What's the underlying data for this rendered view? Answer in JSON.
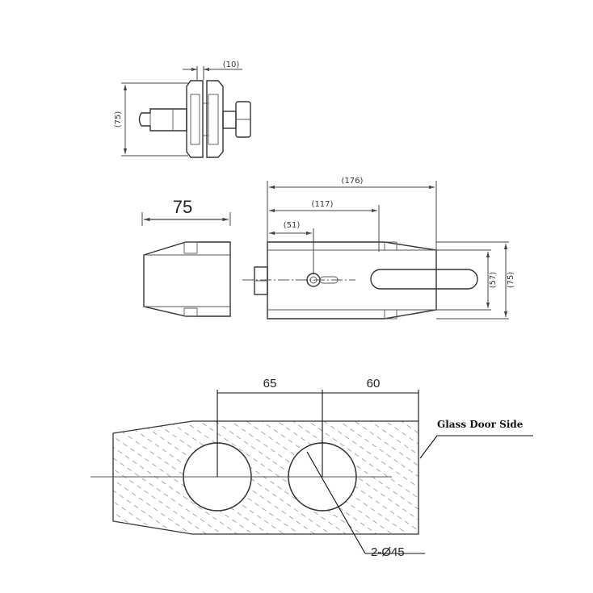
{
  "top_view": {
    "dim_width": "(10)",
    "dim_height": "(75)"
  },
  "front_view": {
    "dim_overall": "(176)",
    "dim_slot": "(117)",
    "dim_lock": "(51)",
    "dim_inner_height": "(57)",
    "dim_height": "(75)"
  },
  "side_view": {
    "dim_width": "75"
  },
  "glass_cutout": {
    "dim_left": "65",
    "dim_right": "60",
    "label": "Glass Door Side",
    "holes": "2-Ø45"
  }
}
